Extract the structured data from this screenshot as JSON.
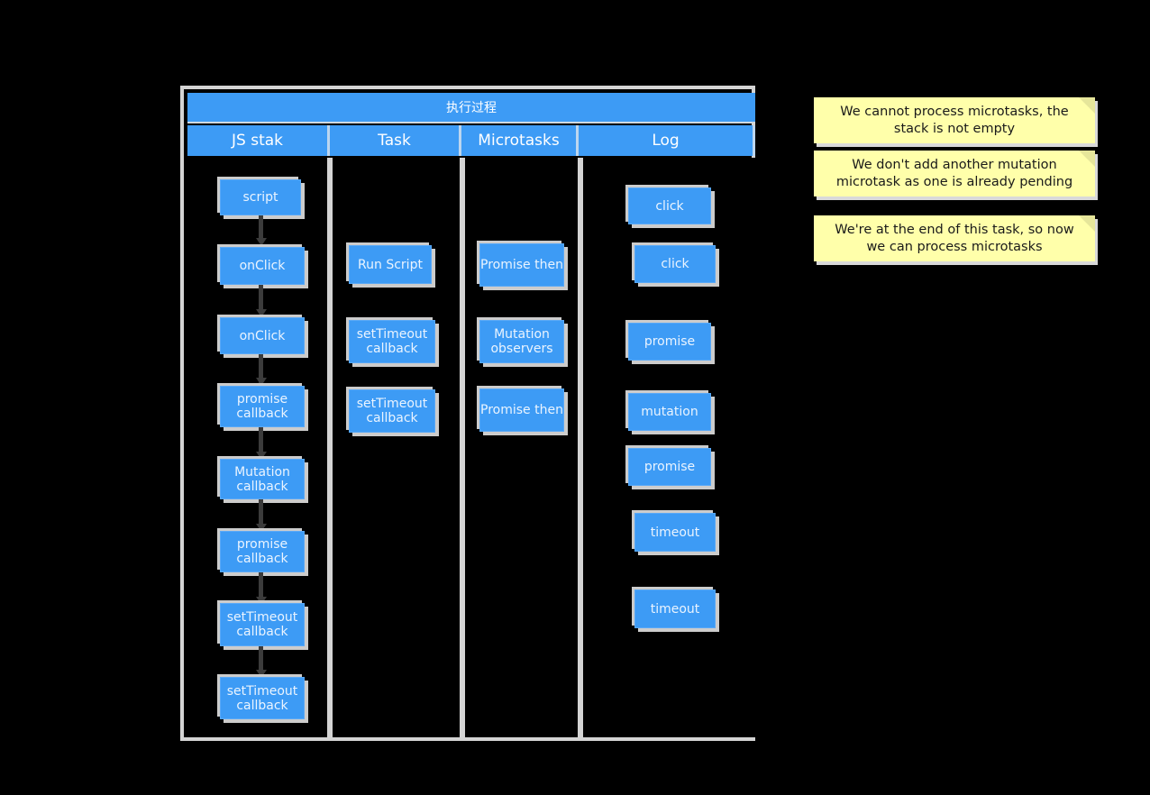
{
  "diagram": {
    "title": "执行过程",
    "columns": [
      {
        "id": "js-stack",
        "label": "JS stak"
      },
      {
        "id": "task",
        "label": "Task"
      },
      {
        "id": "microtasks",
        "label": "Microtasks"
      },
      {
        "id": "log",
        "label": "Log"
      }
    ],
    "js_stack_nodes": [
      {
        "label": "script"
      },
      {
        "label": "onClick"
      },
      {
        "label": "onClick"
      },
      {
        "label": "promise callback"
      },
      {
        "label": "Mutation callback"
      },
      {
        "label": "promise callback"
      },
      {
        "label": "setTimeout callback"
      },
      {
        "label": "setTimeout callback"
      }
    ],
    "task_nodes": [
      {
        "label": "Run Script"
      },
      {
        "label": "setTimeout callback"
      },
      {
        "label": "setTimeout callback"
      }
    ],
    "microtask_nodes": [
      {
        "label": "Promise then"
      },
      {
        "label": "Mutation observers"
      },
      {
        "label": "Promise then"
      }
    ],
    "log_nodes": [
      {
        "label": "click"
      },
      {
        "label": "click"
      },
      {
        "label": "promise"
      },
      {
        "label": "mutation"
      },
      {
        "label": "promise"
      },
      {
        "label": "timeout"
      },
      {
        "label": "timeout"
      }
    ]
  },
  "notes": [
    {
      "text": "We cannot process microtasks, the stack is not empty"
    },
    {
      "text": "We don't add another mutation microtask as one is already pending"
    },
    {
      "text": "We're at the end of this task, so now we can process microtasks"
    }
  ],
  "colors": {
    "node_blue": "#3d9bf5",
    "note_yellow": "#ffffaa",
    "frame_gray": "#d4d4d4",
    "connector_gray": "#3b3b3b",
    "background": "#000000"
  }
}
